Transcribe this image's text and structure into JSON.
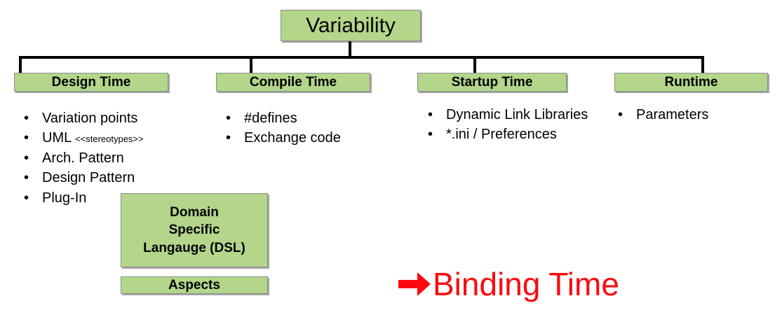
{
  "diagram": {
    "root": {
      "label": "Variability"
    },
    "branches": [
      {
        "id": "design-time",
        "label": "Design Time",
        "items": [
          {
            "text": "Variation points",
            "note": ""
          },
          {
            "text": "UML ",
            "note": "<<stereotypes>>"
          },
          {
            "text": "Arch. Pattern",
            "note": ""
          },
          {
            "text": "Design Pattern",
            "note": ""
          },
          {
            "text": "Plug-In",
            "note": ""
          }
        ]
      },
      {
        "id": "compile-time",
        "label": "Compile Time",
        "items": [
          {
            "text": "#defines",
            "note": ""
          },
          {
            "text": "Exchange code",
            "note": ""
          }
        ]
      },
      {
        "id": "startup-time",
        "label": "Startup Time",
        "items": [
          {
            "text": "Dynamic Link Libraries",
            "note": ""
          },
          {
            "text": "*.ini / Preferences",
            "note": ""
          }
        ]
      },
      {
        "id": "runtime",
        "label": "Runtime",
        "items": [
          {
            "text": "Parameters",
            "note": ""
          }
        ]
      }
    ],
    "extra_boxes": [
      {
        "id": "dsl",
        "lines": [
          "Domain",
          "Specific",
          "Langauge (DSL)"
        ]
      },
      {
        "id": "aspects",
        "lines": [
          "Aspects"
        ]
      }
    ],
    "callout": {
      "icon": "right-arrow-icon",
      "label": "Binding Time"
    },
    "bullet_glyph": "•",
    "colors": {
      "box_fill": "#b3d68a",
      "box_border": "#8c8c8c",
      "line": "#000000",
      "text": "#000000",
      "callout": "#fa0a0f",
      "background": "#ffffff"
    }
  }
}
